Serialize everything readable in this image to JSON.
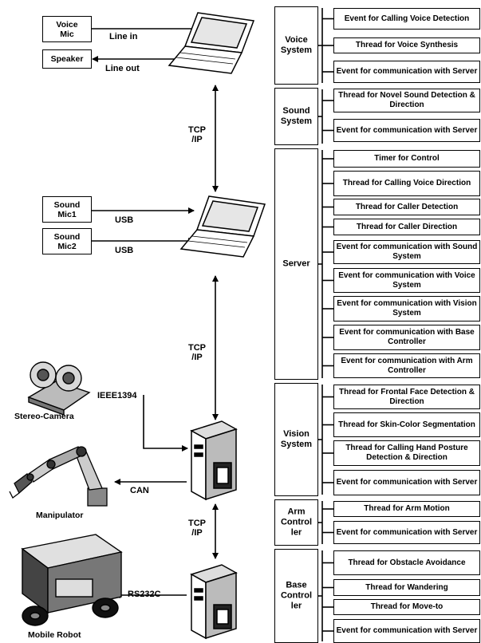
{
  "devices": {
    "voice_mic": "Voice\nMic",
    "speaker": "Speaker",
    "sound_mic1": "Sound\nMic1",
    "sound_mic2": "Sound\nMic2"
  },
  "links": {
    "line_in": "Line in",
    "line_out": "Line out",
    "usb1": "USB",
    "usb2": "USB",
    "tcp_ip_1": "TCP\n/IP",
    "tcp_ip_2": "TCP\n/IP",
    "tcp_ip_3": "TCP\n/IP",
    "ieee1394": "IEEE1394",
    "can": "CAN",
    "rs232c": "RS232C"
  },
  "hardware": {
    "stereo_camera": "Stereo-Camera",
    "manipulator": "Manipulator",
    "mobile_robot": "Mobile Robot"
  },
  "systems": [
    {
      "name": "Voice\nSystem",
      "items": [
        "Event for Calling Voice Detection",
        "Thread for Voice Synthesis",
        "Event for communication with Server"
      ]
    },
    {
      "name": "Sound\nSystem",
      "items": [
        "Thread for Novel Sound Detection & Direction",
        "Event for communication with Server"
      ]
    },
    {
      "name": "Server",
      "items": [
        "Timer for Control",
        "Thread for Calling Voice Direction",
        "Thread for Caller Detection",
        "Thread for Caller Direction",
        "Event for communication with Sound System",
        "Event for communication with Voice System",
        "Event for communication with Vision System",
        "Event for communication with Base Controller",
        "Event for communication with Arm Controller"
      ]
    },
    {
      "name": "Vision\nSystem",
      "items": [
        "Thread for Frontal Face Detection & Direction",
        "Thread for Skin-Color Segmentation",
        "Thread for Calling Hand Posture Detection & Direction",
        "Event for communication with Server"
      ]
    },
    {
      "name": "Arm\nControl\nler",
      "items": [
        "Thread for Arm Motion",
        "Event for communication with Server"
      ]
    },
    {
      "name": "Base\nControl\nler",
      "items": [
        "Thread for Obstacle Avoidance",
        "Thread for Wandering",
        "Thread for Move-to",
        "Event for communication with Server"
      ]
    }
  ]
}
